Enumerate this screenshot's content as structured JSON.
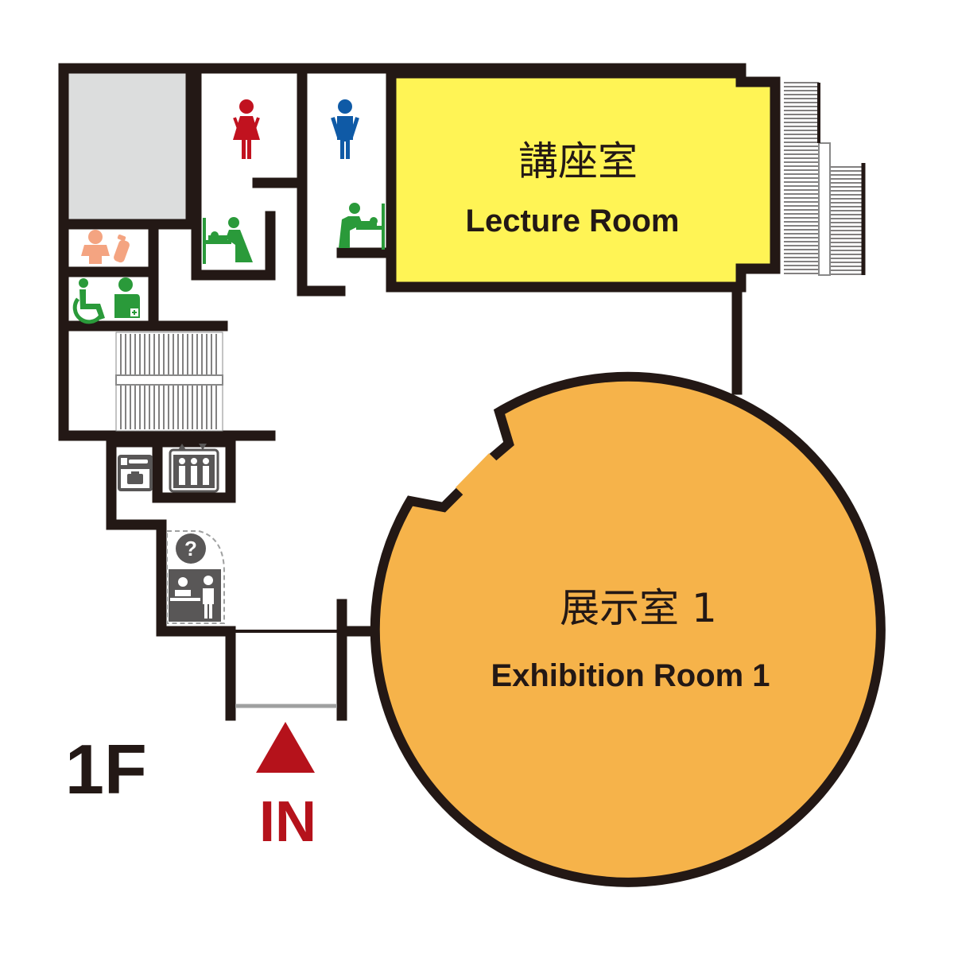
{
  "floor_label": "1F",
  "entrance": {
    "label": "IN",
    "color": "#b5121b"
  },
  "rooms": {
    "lecture": {
      "name_ja": "講座室",
      "name_en": "Lecture Room",
      "color": "#fff455"
    },
    "exhibition": {
      "name_ja": "展示室 1",
      "name_en": "Exhibition Room 1",
      "color": "#f6b34a"
    }
  },
  "facilities": [
    {
      "icon": "womens-restroom-icon",
      "color": "#c1121f"
    },
    {
      "icon": "mens-restroom-icon",
      "color": "#0f5aa6"
    },
    {
      "icon": "baby-changing-icon",
      "color": "#2a9a3a"
    },
    {
      "icon": "nursing-room-icon",
      "color": "#f4a481"
    },
    {
      "icon": "accessible-restroom-icon",
      "color": "#2a9a3a"
    },
    {
      "icon": "elevator-icon",
      "color": "#595757"
    },
    {
      "icon": "coin-locker-icon",
      "color": "#595757"
    },
    {
      "icon": "information-desk-icon",
      "color": "#595757"
    }
  ],
  "colors": {
    "wall": "#231815",
    "storage": "#dcdddd"
  }
}
